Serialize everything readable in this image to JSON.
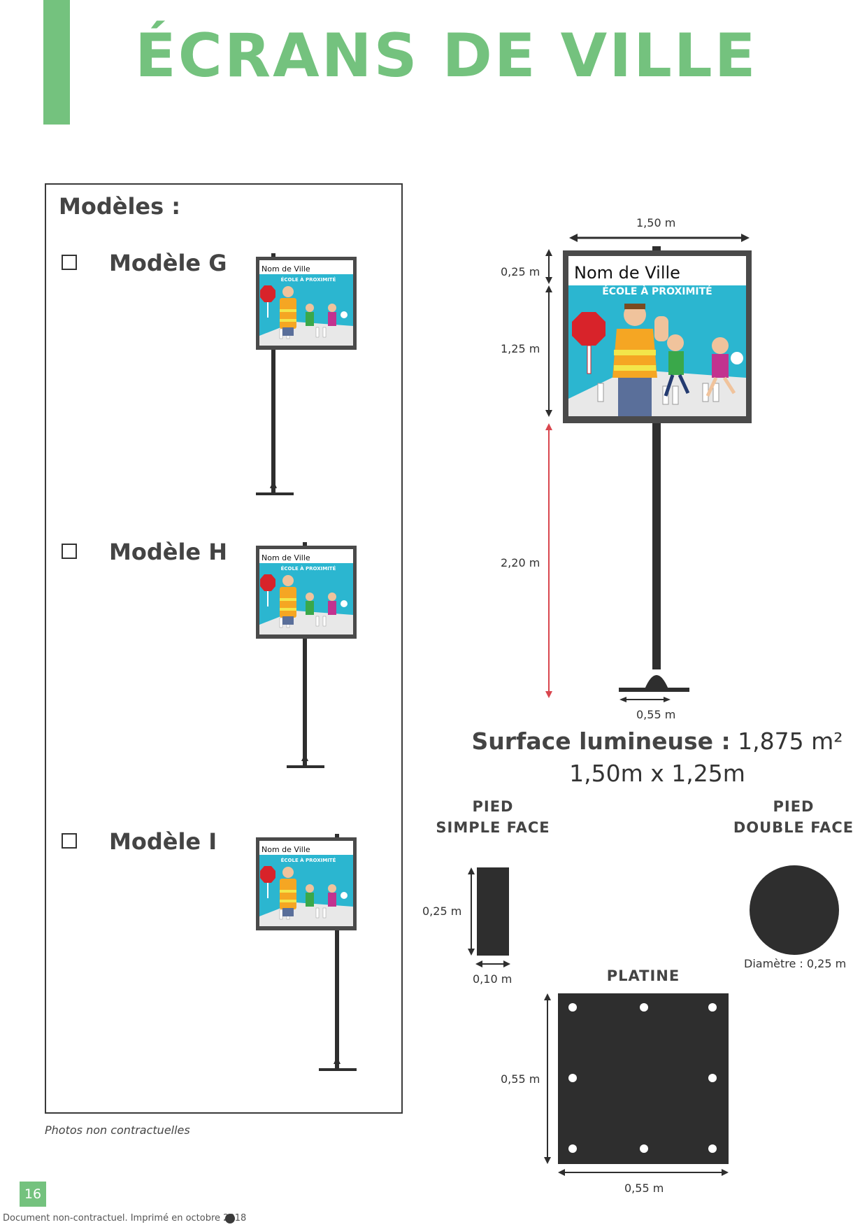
{
  "page": {
    "title": "ÉCRANS DE VILLE",
    "page_number": "16",
    "footer_text": "Document non-contractuel. Imprimé en octobre 2018",
    "photos_note": "Photos non contractuelles"
  },
  "colors": {
    "accent_green": "#74c27e",
    "dark": "#2e2e2e",
    "sky": "#2bb6d0",
    "red_arrow": "#d9464e"
  },
  "models": {
    "heading": "Modèles :",
    "items": [
      {
        "label": "Modèle G"
      },
      {
        "label": "Modèle H"
      },
      {
        "label": "Modèle I"
      }
    ]
  },
  "sign": {
    "name_text": "Nom de Ville",
    "subtitle_text": "ÉCOLE À PROXIMITÉ"
  },
  "dimensions": {
    "width": "1,50 m",
    "header_height": "0,25 m",
    "panel_height": "1,25 m",
    "pole_height": "2,20 m",
    "base_width": "0,55 m"
  },
  "surface": {
    "label": "Surface lumineuse :",
    "value": "1,875 m²",
    "size": "1,50m x 1,25m"
  },
  "pied_simple": {
    "label_line1": "PIED",
    "label_line2": "SIMPLE FACE",
    "height": "0,25 m",
    "width": "0,10 m"
  },
  "pied_double": {
    "label_line1": "PIED",
    "label_line2": "DOUBLE FACE",
    "diameter": "Diamètre : 0,25 m"
  },
  "platine": {
    "label": "PLATINE",
    "height": "0,55 m",
    "width": "0,55 m"
  }
}
